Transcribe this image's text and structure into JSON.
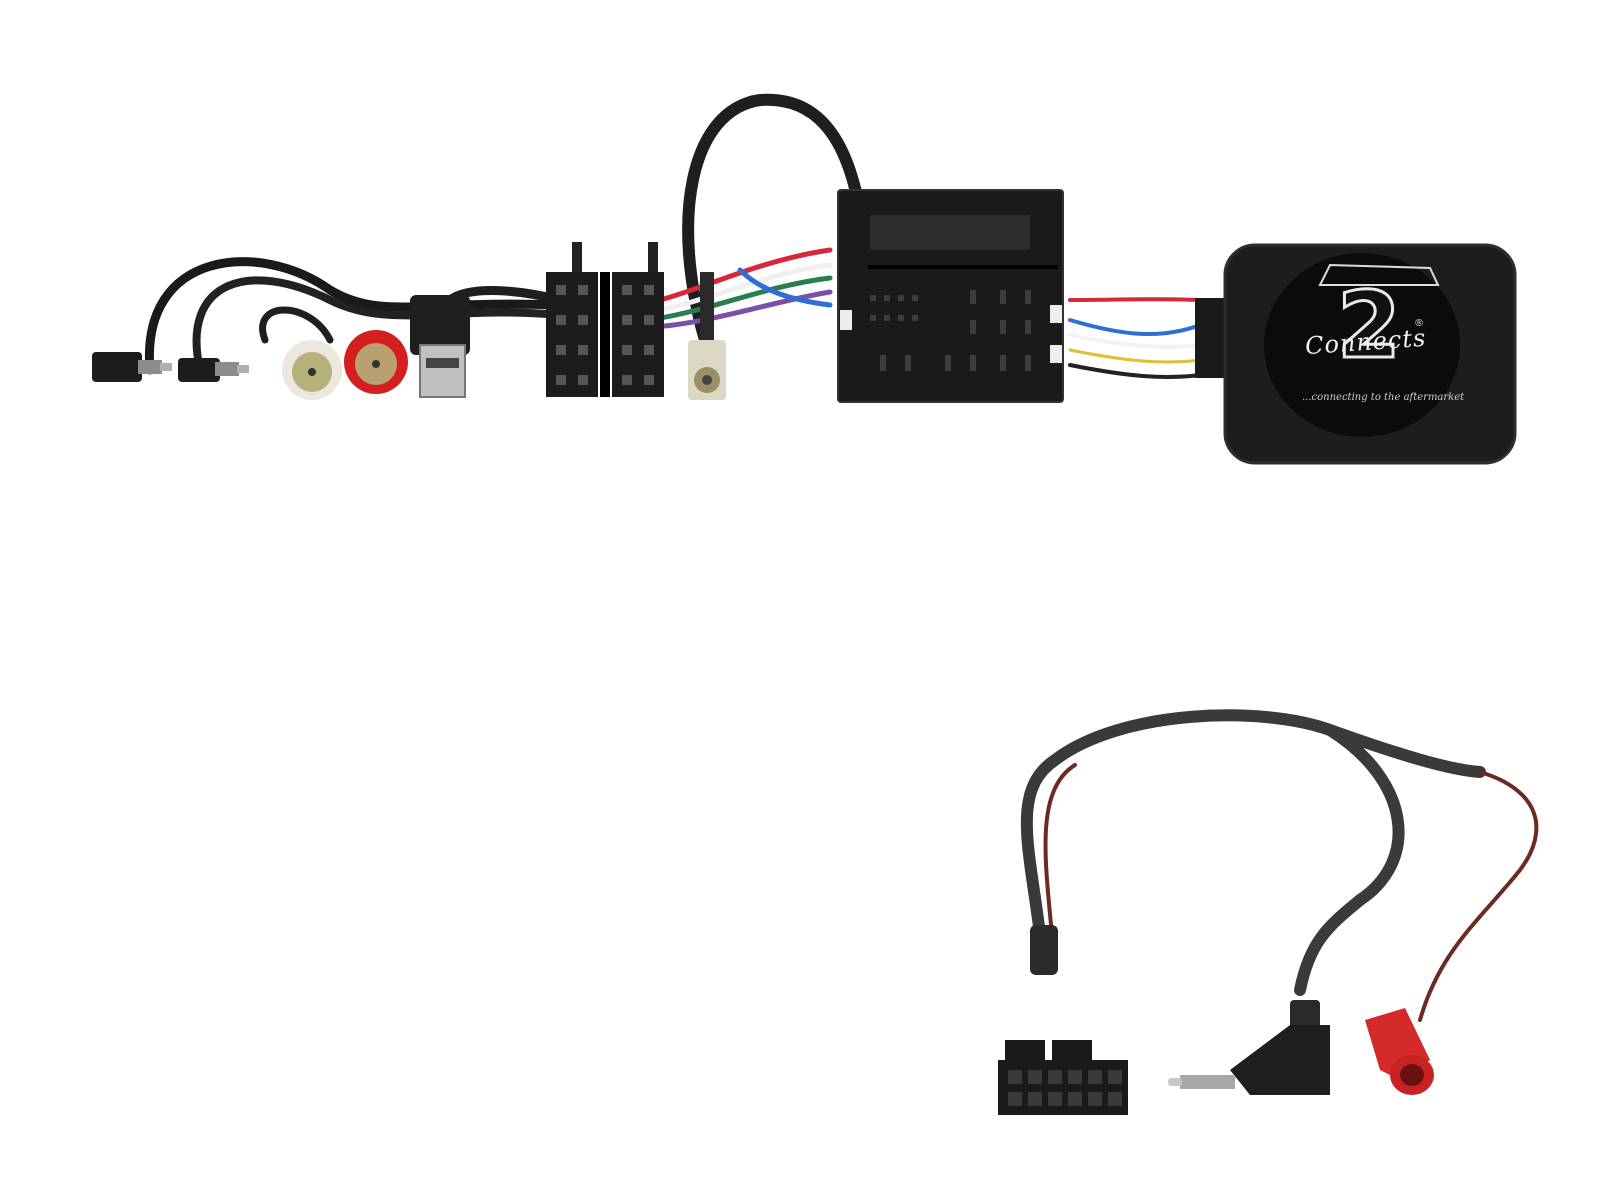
{
  "image": {
    "subject": "Steering wheel control adapter harness kit",
    "background_color": "#ffffff"
  },
  "main_harness": {
    "label": "Main interface harness",
    "components": [
      {
        "id": "jack-35mm-1",
        "label": "3.5mm right-angle jack"
      },
      {
        "id": "jack-35mm-2",
        "label": "3.5mm jack"
      },
      {
        "id": "rca-white",
        "label": "RCA plug (white)",
        "color": "#e8e4da"
      },
      {
        "id": "rca-red",
        "label": "RCA plug (red)",
        "color": "#d41f1f"
      },
      {
        "id": "usb-a",
        "label": "USB-A plug"
      },
      {
        "id": "iso-connector",
        "label": "ISO double connector"
      },
      {
        "id": "fakra-antenna",
        "label": "Fakra antenna connector"
      },
      {
        "id": "quadlock",
        "label": "Quadlock vehicle connector"
      },
      {
        "id": "interface-box",
        "label": "Interface module"
      }
    ],
    "wire_colors": [
      "#d62839",
      "#2a7d4f",
      "#2e6fd6",
      "#7b4fa8",
      "#f2f2f2",
      "#e0c030",
      "#222222"
    ]
  },
  "logo": {
    "word": "Connects",
    "number": "2",
    "registered": "®",
    "tagline": "...connecting to the aftermarket"
  },
  "patch_lead": {
    "label": "Stalk / patch lead",
    "components": [
      {
        "id": "molex-12pin",
        "label": "12-pin connector"
      },
      {
        "id": "jack-35mm-lead",
        "label": "3.5mm right-angle jack"
      },
      {
        "id": "red-spade",
        "label": "Red insulated female connector",
        "color": "#d42a2a"
      }
    ],
    "cable_color": "#3a3a3a",
    "wire_color": "#6b2a22"
  }
}
